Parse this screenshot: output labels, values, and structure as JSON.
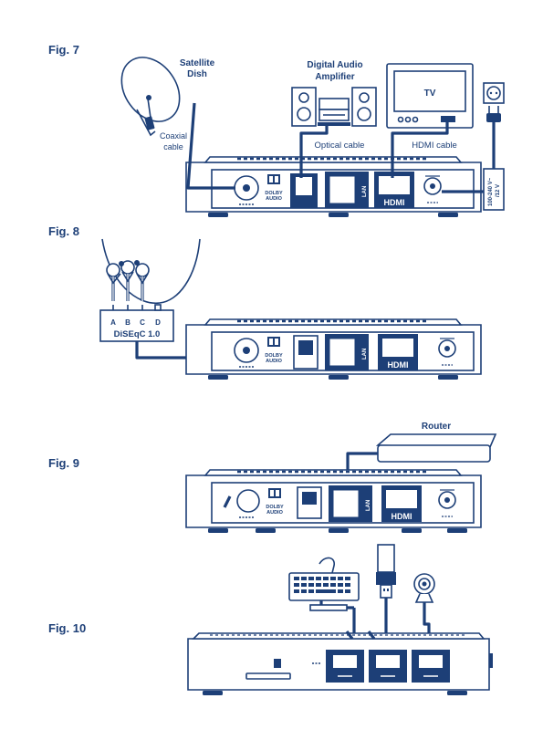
{
  "figures": {
    "fig7": "Fig. 7",
    "fig8": "Fig. 8",
    "fig9": "Fig. 9",
    "fig10": "Fig. 10"
  },
  "fig7": {
    "satellite_dish_line1": "Satellite",
    "satellite_dish_line2": "Dish",
    "coaxial_line1": "Coaxial",
    "coaxial_line2": "cable",
    "amplifier_line1": "Digital Audio",
    "amplifier_line2": "Amplifier",
    "optical_cable": "Optical cable",
    "tv": "TV",
    "hdmi_cable": "HDMI cable",
    "power_line1": "100-240 V~",
    "power_line2": "/12 V"
  },
  "fig8": {
    "port_a": "A",
    "port_b": "B",
    "port_c": "C",
    "port_d": "D",
    "switch_label": "DiSEqC 1.0"
  },
  "fig9": {
    "router": "Router"
  },
  "device": {
    "dolby_line1": "DOLBY",
    "dolby_line2": "AUDIO",
    "lan": "LAN",
    "hdmi": "HDMI"
  },
  "colors": {
    "ink": "#1d3f77",
    "background": "#ffffff"
  }
}
